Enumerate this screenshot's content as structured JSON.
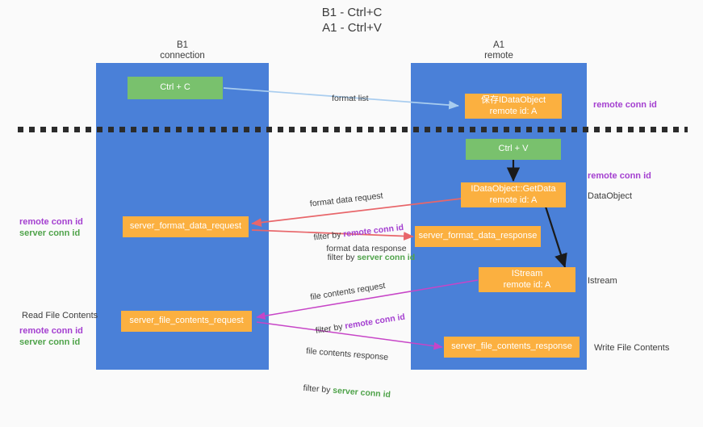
{
  "title": {
    "line1": "B1 - Ctrl+C",
    "line2": "A1 - Ctrl+V"
  },
  "columns": [
    {
      "name": "B1",
      "subtitle": "connection"
    },
    {
      "name": "A1",
      "subtitle": "remote"
    }
  ],
  "nodes": {
    "ctrl_c": {
      "line1": "Ctrl + C",
      "line2": ""
    },
    "save_idataobject": {
      "line1": "保存IDataObject",
      "line2": "remote id: A"
    },
    "ctrl_v": {
      "line1": "Ctrl + V",
      "line2": ""
    },
    "idataobject_getdata": {
      "line1": "IDataObject::GetData",
      "line2": "remote id: A"
    },
    "server_format_data_request": {
      "line1": "server_format_data_request",
      "line2": ""
    },
    "server_format_data_response": {
      "line1": "server_format_data_response",
      "line2": ""
    },
    "istream": {
      "line1": "IStream",
      "line2": "remote id: A"
    },
    "server_file_contents_request": {
      "line1": "server_file_contents_request",
      "line2": ""
    },
    "server_file_contents_response": {
      "line1": "server_file_contents_response",
      "line2": ""
    }
  },
  "edges": {
    "format_list": {
      "label": "format list"
    },
    "format_data_request": {
      "label": "format data request",
      "filter_prefix": "filter by ",
      "filter_key": "remote conn id"
    },
    "format_data_response": {
      "label": "format data response",
      "filter_prefix": "filter by ",
      "filter_key": "server conn id"
    },
    "file_contents_request": {
      "label": "file contents request",
      "filter_prefix": "filter by ",
      "filter_key": "remote conn id"
    },
    "file_contents_response": {
      "label": "file contents response",
      "filter_prefix": "filter by ",
      "filter_key": "server conn id"
    }
  },
  "annotations": {
    "right_remote_conn_id_top": "remote conn id",
    "right_remote_conn_id_mid": "remote conn id",
    "right_dataobject": "DataObject",
    "right_istream": "Istream",
    "right_write_file_contents": "Write File Contents",
    "left_remote_conn_id_mid": "remote conn id",
    "left_server_conn_id_mid": "server conn id",
    "left_read_file_contents": "Read File Contents",
    "left_remote_conn_id_bot": "remote conn id",
    "left_server_conn_id_bot": "server conn id"
  },
  "colors": {
    "lane": "#4a80d8",
    "node_orange": "#fbb040",
    "node_green": "#79c16d",
    "purple": "#a43fd0",
    "green_text": "#4fa34a",
    "red_arrow": "#e8666a",
    "magenta_arrow": "#c745c7",
    "blue_arrow": "#a9cdef",
    "black_arrow": "#1a1a1a",
    "background": "#fafafa"
  }
}
